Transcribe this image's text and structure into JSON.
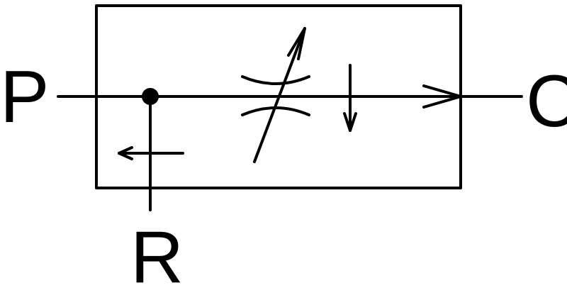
{
  "diagram": {
    "ports": {
      "inlet": "P",
      "outlet": "C",
      "exhaust": "R"
    },
    "colors": {
      "line": "#000000",
      "background": "#ffffff"
    }
  }
}
